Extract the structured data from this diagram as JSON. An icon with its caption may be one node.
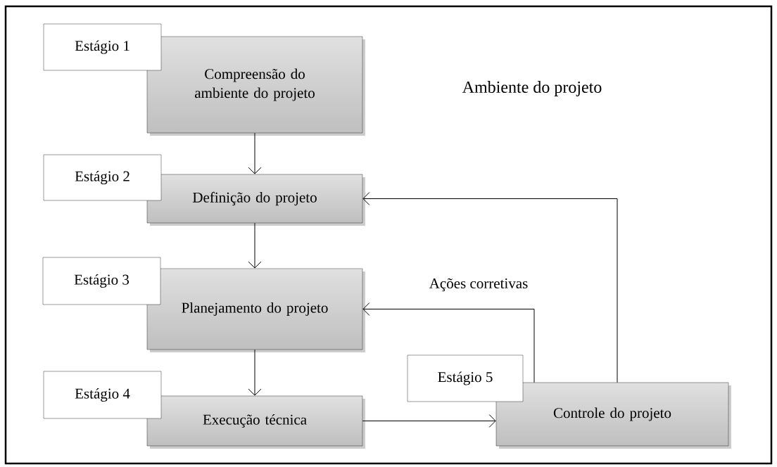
{
  "diagram": {
    "nodes": [
      {
        "text": [
          "Ambiente do projeto"
        ]
      },
      {
        "text": [
          "Estágio 1"
        ],
        "in": 0
      },
      {
        "text": [
          "Compreensão do ambiente do projeto"
        ],
        "in": 0
      },
      {
        "text": [
          "Estágio 2"
        ],
        "in": 0
      },
      {
        "text": [
          "Definição do projeto"
        ],
        "in": 0
      },
      {
        "text": [
          "Estágio 3"
        ],
        "in": 0
      },
      {
        "text": [
          "Planejamento do projeto"
        ],
        "in": 0
      },
      {
        "text": [
          "Estágio 4"
        ],
        "in": 0
      },
      {
        "text": [
          "Execução técnica"
        ],
        "in": 0
      },
      {
        "text": [
          "Estágio 5"
        ],
        "in": 0
      },
      {
        "text": [
          "Controle do projeto"
        ],
        "in": 0
      }
    ],
    "edges": [
      {
        "from": 2,
        "to": 4,
        "arrow": "to"
      },
      {
        "from": 4,
        "to": 6,
        "arrow": "to"
      },
      {
        "from": 6,
        "to": 8,
        "arrow": "to"
      },
      {
        "from": 8,
        "to": 10,
        "arrow": "to"
      },
      {
        "from": 10,
        "to": 4,
        "arrow": "to"
      },
      {
        "from": 10,
        "to": 6,
        "arrow": "to",
        "label": "Ações corretivas"
      }
    ]
  }
}
